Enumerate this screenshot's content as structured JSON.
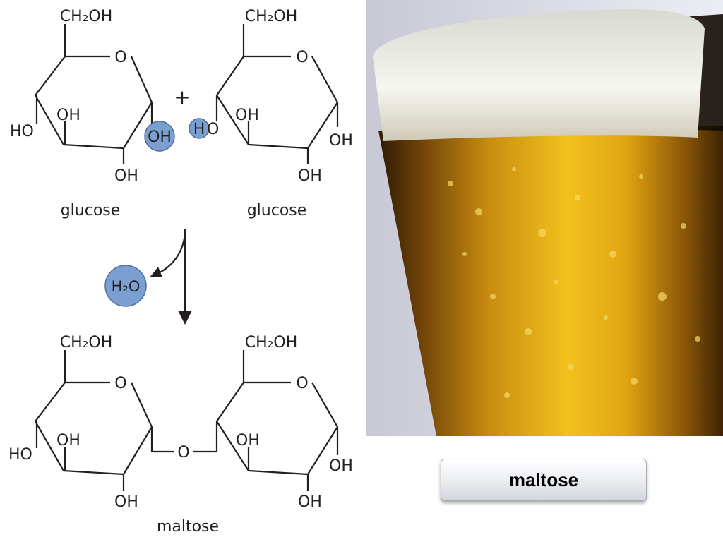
{
  "diagram": {
    "top_left": {
      "ch2oh": "CH₂OH",
      "o": "O",
      "oh_left": "HO",
      "oh_inner": "OH",
      "oh_bottom": "OH",
      "oh_highlight": "OH",
      "name": "glucose"
    },
    "plus": "+",
    "top_right": {
      "ch2oh": "CH₂OH",
      "o": "O",
      "h_highlight": "H",
      "o_left": "O",
      "oh_inner": "OH",
      "oh_right": "OH",
      "oh_bottom": "OH",
      "name": "glucose"
    },
    "water": "H₂O",
    "bottom_left": {
      "ch2oh": "CH₂OH",
      "o": "O",
      "oh_left": "HO",
      "oh_inner": "OH",
      "oh_bottom": "OH"
    },
    "bridge_o": "O",
    "bottom_right": {
      "ch2oh": "CH₂OH",
      "o": "O",
      "oh_inner": "OH",
      "oh_right": "OH",
      "oh_bottom": "OH"
    },
    "product_name": "maltose"
  },
  "label": "maltose",
  "colors": {
    "highlight": "#7a9fd0",
    "highlight_stroke": "#4d6f9e",
    "beer": "#e3a316",
    "foam": "#f3f3ee"
  }
}
